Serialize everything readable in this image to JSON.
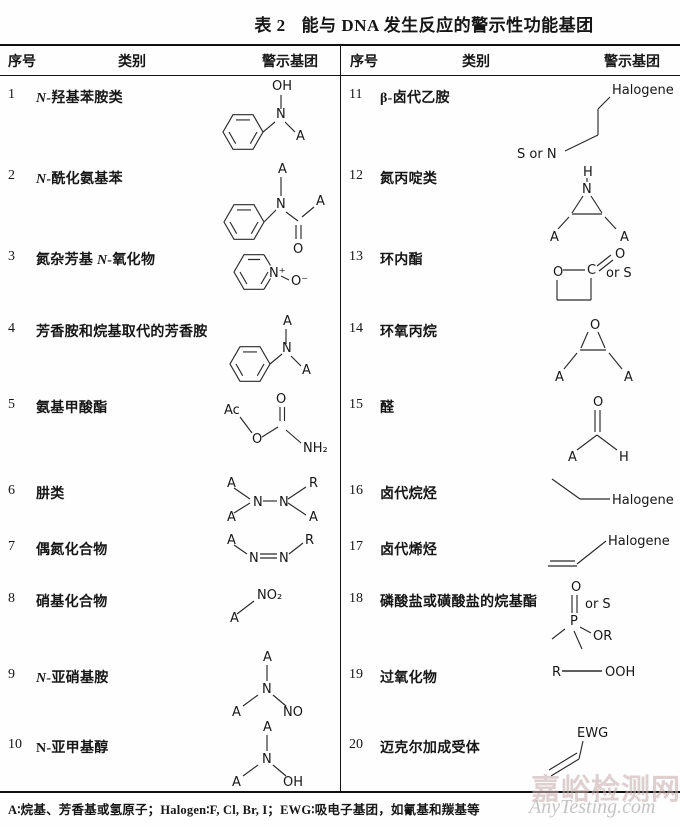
{
  "title": {
    "label": "表 2",
    "text": "能与 DNA 发生反应的警示性功能基团"
  },
  "headers": {
    "num": "序号",
    "category": "类别",
    "group": "警示基团"
  },
  "left_rows": [
    {
      "num": "1",
      "c2": "N-",
      "c3": "羟基苯胺类",
      "atoms": {
        "oh": "OH",
        "n": "N",
        "a": "A"
      }
    },
    {
      "num": "2",
      "c2": "N-",
      "c3": "酰化氨基苯",
      "atoms": {
        "a_top": "A",
        "n": "N",
        "o": "O",
        "a_right": "A"
      }
    },
    {
      "num": "3",
      "c1": "氮杂芳基 ",
      "c2": "N-",
      "c3": "氧化物",
      "atoms": {
        "n": "N⁺",
        "o": "O⁻"
      }
    },
    {
      "num": "4",
      "c1": "芳香胺和烷基取代的芳香胺",
      "atoms": {
        "a_top": "A",
        "n": "N",
        "a_bottom": "A"
      }
    },
    {
      "num": "5",
      "c1": "氨基甲酸酯",
      "atoms": {
        "ac": "Ac",
        "o_ester": "O",
        "o_carbonyl": "O",
        "nh2": "NH₂"
      }
    },
    {
      "num": "6",
      "c1": "肼类",
      "atoms": {
        "a_tl": "A",
        "a_bl": "A",
        "n1": "N",
        "n2": "N",
        "r": "R",
        "a_br": "A"
      }
    },
    {
      "num": "7",
      "c1": "偶氮化合物",
      "atoms": {
        "a": "A",
        "n1": "N",
        "n2": "N",
        "r": "R"
      }
    },
    {
      "num": "8",
      "c1": "硝基化合物",
      "atoms": {
        "a": "A",
        "no2": "NO₂"
      }
    },
    {
      "num": "9",
      "c2": "N-",
      "c3": "亚硝基胺",
      "atoms": {
        "a_top": "A",
        "n": "N",
        "a_left": "A",
        "no": "NO"
      }
    },
    {
      "num": "10",
      "c1": "N-亚甲基醇",
      "atoms": {
        "a_top": "A",
        "n": "N",
        "a_left": "A",
        "oh": "OH"
      }
    }
  ],
  "right_rows": [
    {
      "num": "11",
      "c1": "β-卤代乙胺",
      "atoms": {
        "halogen": "Halogene",
        "sn": "S or N"
      }
    },
    {
      "num": "12",
      "c1": "氮丙啶类",
      "atoms": {
        "h": "H",
        "n": "N",
        "a_left": "A",
        "a_right": "A"
      }
    },
    {
      "num": "13",
      "c1": "环内酯",
      "atoms": {
        "o_ring": "O",
        "c": "C",
        "o_carbonyl": "O",
        "ors": "or S"
      }
    },
    {
      "num": "14",
      "c1": "环氧丙烷",
      "atoms": {
        "o": "O",
        "a_left": "A",
        "a_right": "A"
      }
    },
    {
      "num": "15",
      "c1": "醛",
      "atoms": {
        "o": "O",
        "a": "A",
        "h": "H"
      }
    },
    {
      "num": "16",
      "c1": "卤代烷烃",
      "atoms": {
        "halogen": "Halogene"
      }
    },
    {
      "num": "17",
      "c1": "卤代烯烃",
      "atoms": {
        "halogen": "Halogene"
      }
    },
    {
      "num": "18",
      "c1": "磷酸盐或磺酸盐的烷基酯",
      "atoms": {
        "o": "O",
        "ors": "or S",
        "p": "P",
        "or_group": "OR"
      }
    },
    {
      "num": "19",
      "c1": "过氧化物",
      "atoms": {
        "r": "R",
        "ooh": "OOH"
      }
    },
    {
      "num": "20",
      "c1": "迈克尔加成受体",
      "atoms": {
        "ewg": "EWG"
      }
    }
  ],
  "footnote": "A∶烷基、芳香基或氢原子；Halogen∶F, Cl, Br, I；EWG∶吸电子基团，如氰基和羰基等",
  "watermark": {
    "line1": "嘉峪检测网",
    "line2": "AnyTesting.com"
  }
}
